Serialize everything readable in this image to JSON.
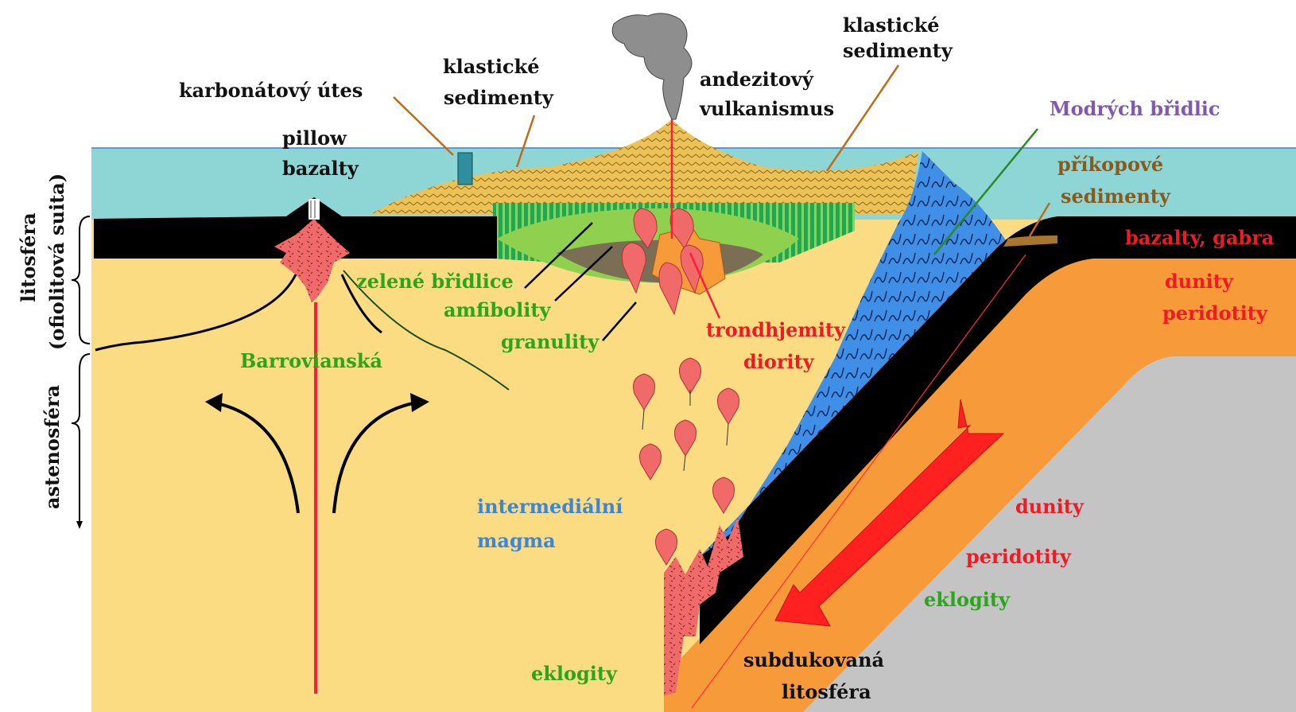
{
  "labels": {
    "karbonatovy_utes": "karbonátový útes",
    "klasticke_sed_1_a": "klastické",
    "klasticke_sed_1_b": "sedimenty",
    "andezitovy_a": "andezitový",
    "andezitovy_b": "vulkanismus",
    "klasticke_sed_2_a": "klastické",
    "klasticke_sed_2_b": "sedimenty",
    "modrych_bridlic": "Modrých břidlic",
    "pillow_a": "pillow",
    "pillow_b": "bazalty",
    "prikopove_a": "příkopové",
    "prikopove_b": "sedimenty",
    "bazalty_gabra": "bazalty, gabra",
    "dunity_1": "dunity",
    "peridotity_1": "peridotity",
    "zelene_bridlice": "zelené břidlice",
    "amfibolity": "amfibolity",
    "granulity": "granulity",
    "trondhjemity": "trondhjemity",
    "diority": "diority",
    "barrovianska": "Barrovianská",
    "intermedialni_a": "intermediální",
    "intermedialni_b": "magma",
    "dunity_2": "dunity",
    "peridotity_2": "peridotity",
    "eklogity_1": "eklogity",
    "eklogity_2": "eklogity",
    "subdukovana_a": "subdukovaná",
    "subdukovana_b": "litosféra",
    "litosfera_a": "litosféra",
    "litosfera_b": "(ofiolitová suita)",
    "astenosfera": "astenosféra"
  },
  "colors": {
    "sea": "#8ed6d6",
    "asthenosphere": "#fbdc82",
    "oceanic_crust": "#000000",
    "mantle_orange": "#f79a3a",
    "slab_gray": "#c4c4c4",
    "blue_schist": "#3f8fe6",
    "green_schist": "#22b85a",
    "amphibolite": "#8fd14f",
    "granulite": "#7a6e54",
    "sediment": "#f0c04a",
    "magma": "#f06a6a",
    "plume": "#ff1b3b",
    "label_black": "#111111",
    "label_green": "#2aa51c",
    "label_red": "#ee1b24",
    "label_blue": "#3b86d8",
    "label_purple": "#7e58b3",
    "label_brown": "#8a5a1c"
  }
}
